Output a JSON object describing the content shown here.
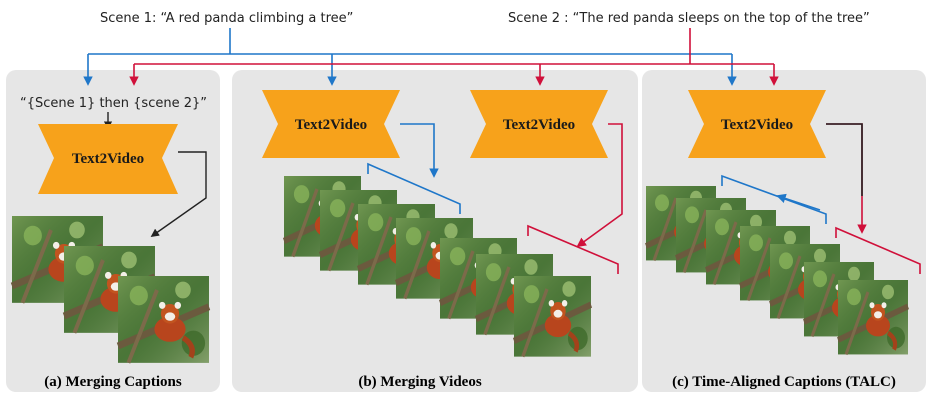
{
  "scenes": {
    "scene1": "Scene 1: “A red panda climbing a tree”",
    "scene2": "Scene 2 : “The red panda sleeps on the top of the tree”"
  },
  "panels": {
    "merging_captions": {
      "prompt": "“{Scene 1} then {scene 2}”",
      "model": "Text2Video",
      "caption": "(a) Merging Captions"
    },
    "merging_videos": {
      "model_1": "Text2Video",
      "model_2": "Text2Video",
      "caption": "(b) Merging Videos"
    },
    "talc": {
      "model": "Text2Video",
      "caption": "(c) Time-Aligned Captions (TALC)"
    }
  },
  "colors": {
    "scene1_arrow": "#1f77c9",
    "scene2_arrow": "#d0103a",
    "model_fill": "#f7a21b",
    "panel_bg": "#e6e6e6",
    "output_arrow": "#222222"
  },
  "icons": {
    "model_shape": "bowtie-model-icon",
    "frames": "red-panda-video-frame"
  }
}
